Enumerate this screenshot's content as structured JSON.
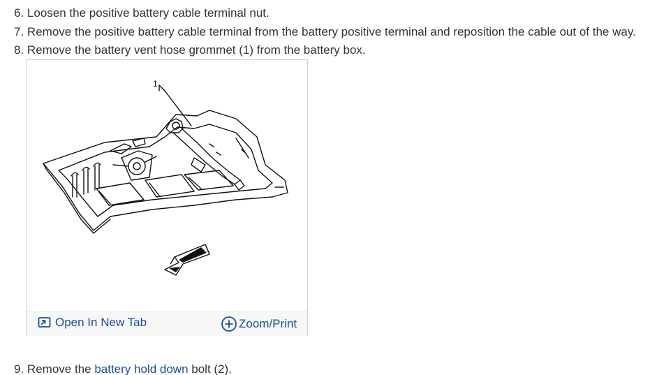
{
  "steps": [
    {
      "number": "6.",
      "text": "Loosen the positive battery cable terminal nut."
    },
    {
      "number": "7.",
      "text": "Remove the positive battery cable terminal from the battery positive terminal and reposition the cable out of the way."
    },
    {
      "number": "8.",
      "text": "Remove the battery vent hose grommet (1) from the battery box."
    },
    {
      "number": "9.",
      "text_before": "Remove the",
      "link": "battery hold down",
      "text_after": "bolt (2)."
    }
  ],
  "figure": {
    "callout_label": "1",
    "open_tab_label": "Open In New Tab",
    "zoom_print_label": "Zoom/Print",
    "open_tab_icon": "open-new-tab-icon",
    "zoom_icon": "plus-circle-icon",
    "link_color": "#1a4f96"
  }
}
